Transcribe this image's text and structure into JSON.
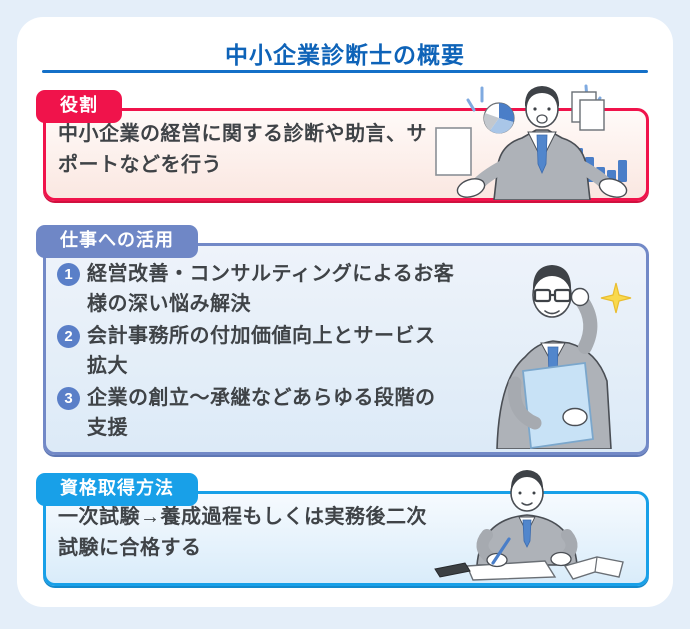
{
  "header": {
    "title": "中小企業診断士の概要"
  },
  "sections": {
    "role": {
      "label": "役割",
      "text": "中小企業の経営に関する診断や助言、サ\nポートなどを行う"
    },
    "work": {
      "label": "仕事への活用",
      "items": [
        {
          "num": "1",
          "text": "経営改善・コンサルティングによるお客\n様の深い悩み解決"
        },
        {
          "num": "2",
          "text": "会計事務所の付加価値向上とサービス\n拡大"
        },
        {
          "num": "3",
          "text": "企業の創立〜承継などあらゆる段階の\n支援"
        }
      ]
    },
    "method": {
      "label": "資格取得方法",
      "text": "一次試験→養成過程もしくは実務後二次\n試験に合格する"
    }
  },
  "illustrations": {
    "role": "presenter-with-charts-illustration",
    "work": "consultant-adjusting-glasses-illustration",
    "method": "person-writing-at-desk-illustration"
  },
  "colors": {
    "background": "#E4EEF9",
    "card": "#FFFFFF",
    "title_blue": "#0E63B8",
    "accent_red": "#F0134B",
    "accent_periwinkle": "#6F87C6",
    "accent_cyan": "#18A0E8",
    "number_badge_blue": "#5A7FC8",
    "body_text": "#3F4347"
  }
}
